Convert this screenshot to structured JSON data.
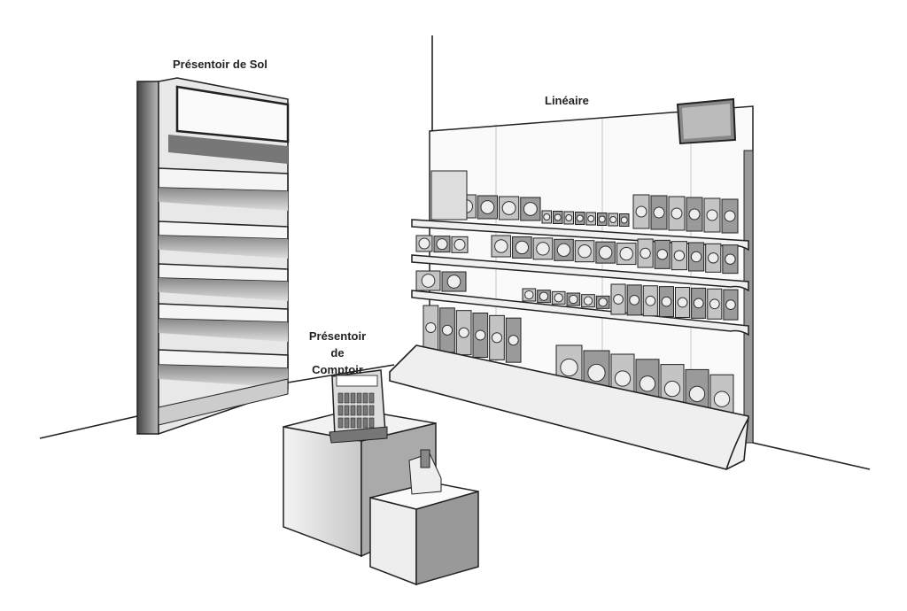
{
  "labels": {
    "floor_display": "Présentoir de Sol",
    "counter_display_line1": "Présentoir de",
    "counter_display_line2": "Comptoir",
    "linear_shelf": "Linéaire"
  }
}
